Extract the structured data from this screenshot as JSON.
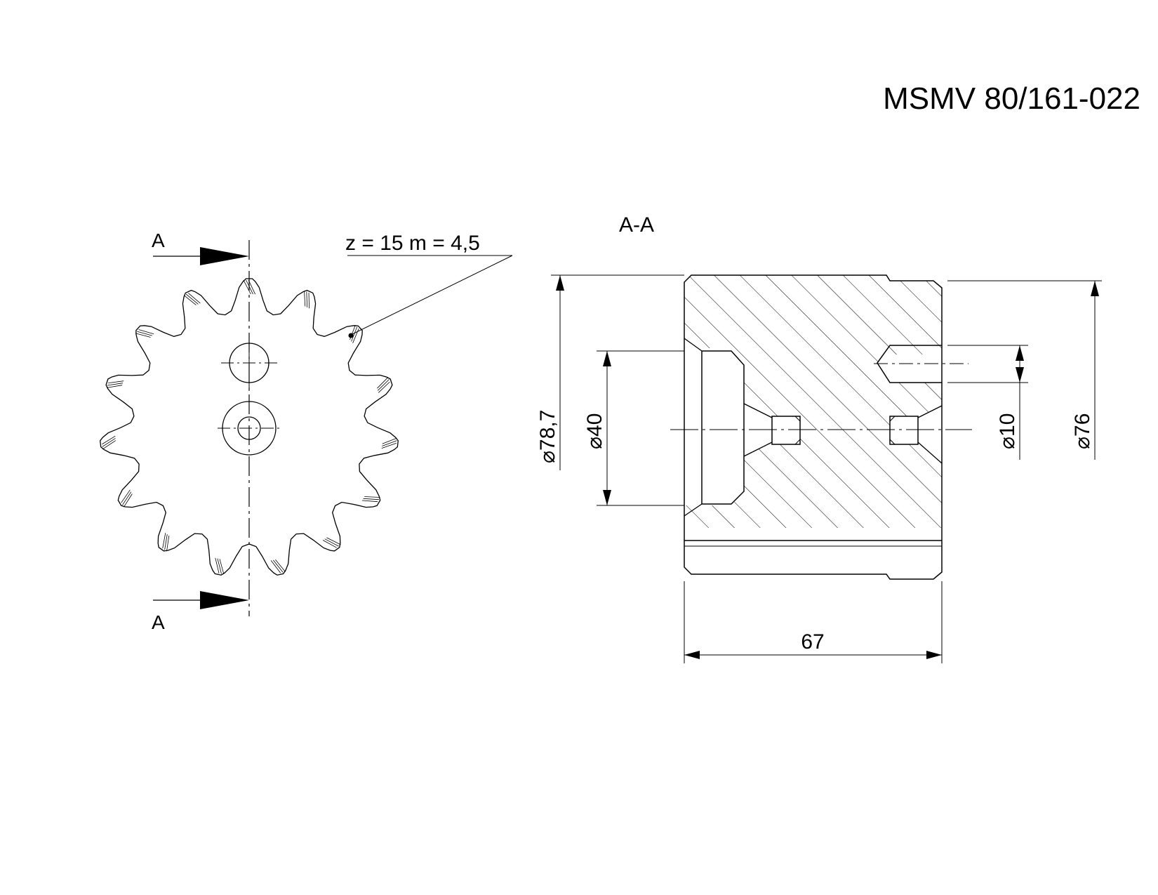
{
  "drawing_number": "MSMV 80/161-022",
  "gear_spec": "z = 15  m = 4,5",
  "section_marks": {
    "top": "A",
    "bottom": "A"
  },
  "section_title": "A-A",
  "dimensions": {
    "outer_diameter": "78,7",
    "bore_diameter": "40",
    "hole_diameter": "10",
    "shaft_diameter": "76",
    "length": "67"
  },
  "gear": {
    "teeth": 15
  },
  "diameter_symbol": "⌀"
}
